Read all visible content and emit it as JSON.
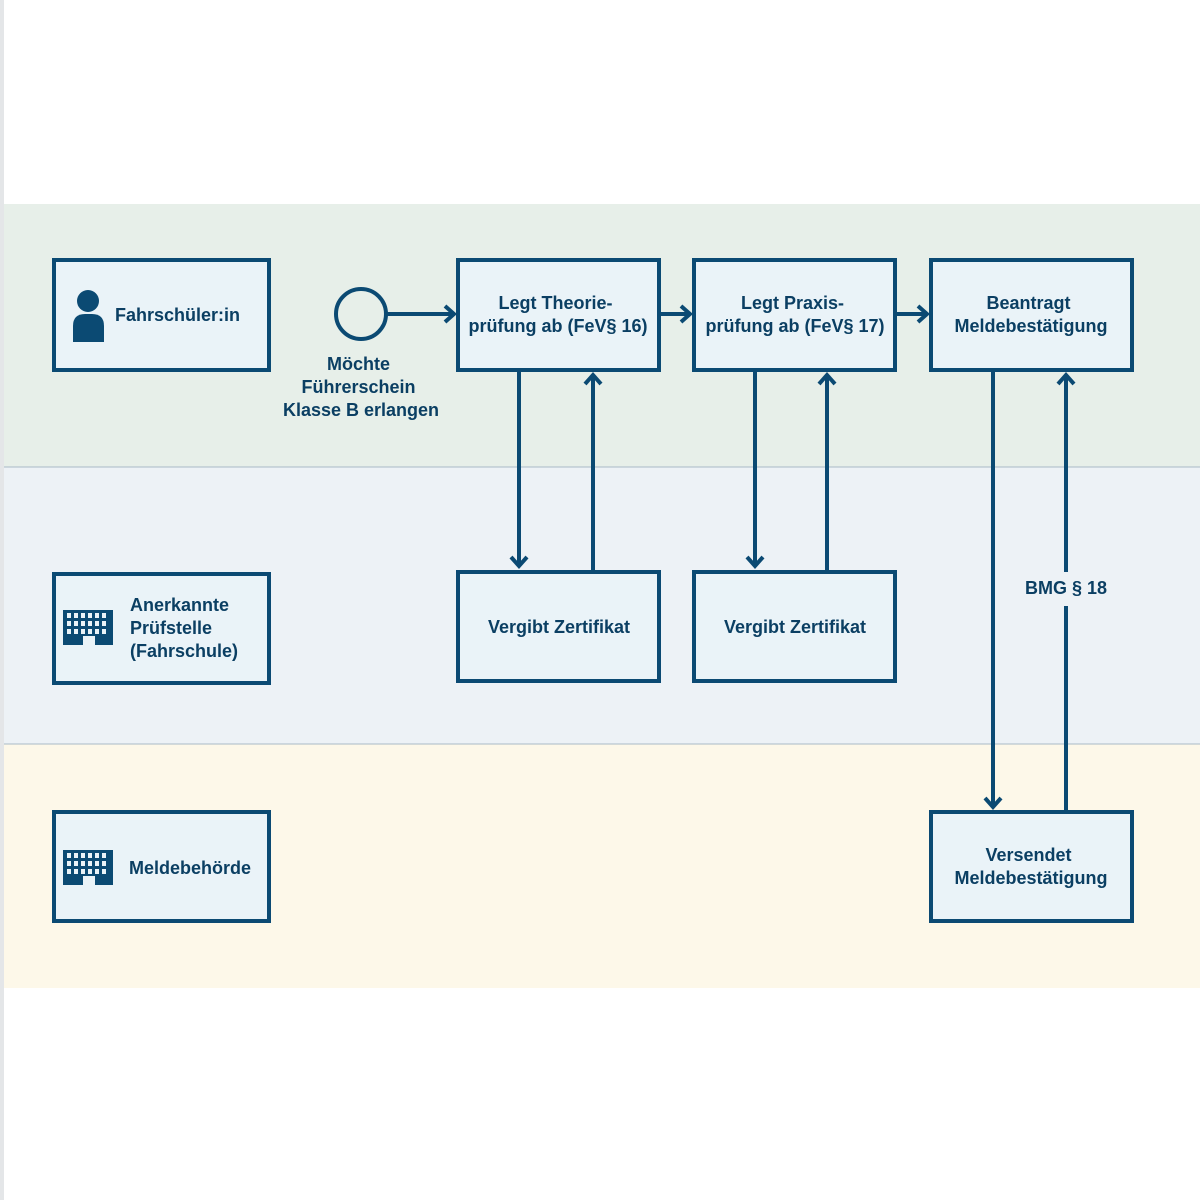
{
  "colors": {
    "stroke": "#0b4a73",
    "text": "#0b3f63",
    "box_fill": "#eaf3f8",
    "lane_student": "#e7efe9",
    "lane_test_center": "#edf2f6",
    "lane_registry": "#fdf8e9"
  },
  "lanes": [
    {
      "icon": "person-icon",
      "label_lines": [
        "Fahrschüler:in"
      ]
    },
    {
      "icon": "building-icon",
      "label_lines": [
        "Anerkannte",
        "Prüfstelle",
        "(Fahrschule)"
      ]
    },
    {
      "icon": "building-icon",
      "label_lines": [
        "Meldebehörde"
      ]
    }
  ],
  "start_event": {
    "label_lines": [
      "Möchte",
      "Führerschein",
      "Klasse B erlangen"
    ]
  },
  "tasks": {
    "theory_exam": {
      "lines": [
        "Legt Theorie-",
        "prüfung ab (FeV§ 16)"
      ]
    },
    "practical_exam": {
      "lines": [
        "Legt Praxis-",
        "prüfung ab (FeV§ 17)"
      ]
    },
    "request_confirmation": {
      "lines": [
        "Beantragt",
        "Meldebestätigung"
      ]
    },
    "theory_certificate": {
      "lines": [
        "Vergibt Zertifikat"
      ]
    },
    "practical_certificate": {
      "lines": [
        "Vergibt Zertifikat"
      ]
    },
    "send_confirmation": {
      "lines": [
        "Versendet",
        "Meldebestätigung"
      ]
    }
  },
  "edge_labels": {
    "registry_return": "BMG § 18"
  }
}
